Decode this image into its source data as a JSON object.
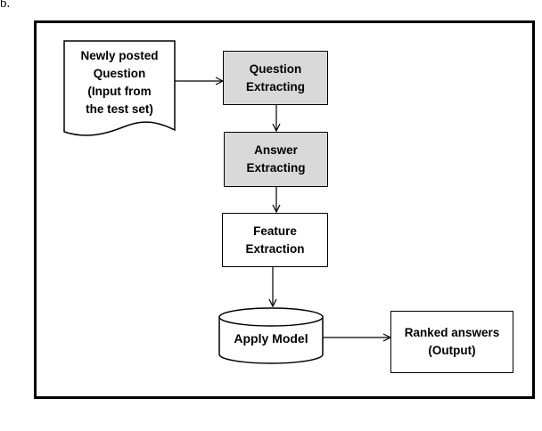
{
  "stray_marks": {
    "top_left": "b."
  },
  "input_document": {
    "lines": [
      "Newly posted",
      "Question",
      "(Input from",
      "the test set)"
    ]
  },
  "steps": {
    "question_extracting": [
      "Question",
      "Extracting"
    ],
    "answer_extracting": [
      "Answer",
      "Extracting"
    ],
    "feature_extraction": [
      "Feature",
      "Extraction"
    ]
  },
  "model": {
    "label": "Apply Model"
  },
  "output": {
    "lines": [
      "Ranked answers",
      "(Output)"
    ]
  },
  "colors": {
    "step_fill": "#d9d9d9",
    "stroke": "#000000"
  }
}
